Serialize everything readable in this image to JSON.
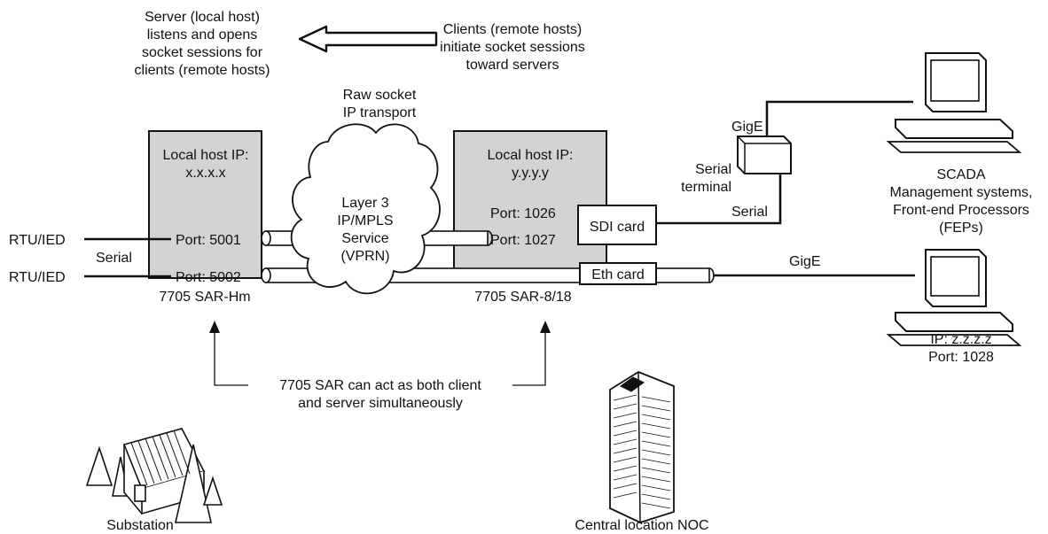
{
  "note_server": [
    "Server (local host)",
    "listens and opens",
    "socket sessions for",
    "clients (remote hosts)"
  ],
  "note_clients": [
    "Clients (remote hosts)",
    "initiate socket sessions",
    "toward servers"
  ],
  "transport_label": [
    "Raw socket",
    "IP transport"
  ],
  "cloud_label": [
    "Layer 3",
    "IP/MPLS",
    "Service",
    "(VPRN)"
  ],
  "left_router": {
    "ip_label": [
      "Local host IP:",
      "x.x.x.x"
    ],
    "port_a": "Port: 5001",
    "port_b": "Port: 5002",
    "name": "7705 SAR-Hm"
  },
  "right_router": {
    "ip_label": [
      "Local host IP:",
      "y.y.y.y"
    ],
    "port_a": "Port: 1026",
    "port_b": "Port: 1027",
    "sdi_card": "SDI card",
    "eth_card": "Eth card",
    "name": "7705 SAR-8/18"
  },
  "rtu_labels": [
    "RTU/IED",
    "RTU/IED"
  ],
  "serial_left": "Serial",
  "serial_terminal": [
    "Serial",
    "terminal"
  ],
  "gige_top": "GigE",
  "serial_right": "Serial",
  "gige_mid": "GigE",
  "scada_label": [
    "SCADA",
    "Management systems,",
    "Front-end Processors",
    "(FEPs)"
  ],
  "fep_address": [
    "IP: z.z.z.z",
    "Port: 1028"
  ],
  "dual_role_note": [
    "7705 SAR can act as both client",
    "and server simultaneously"
  ],
  "substation_label": "Substation",
  "noc_label": "Central location NOC",
  "colors": {
    "box_fill": "#d3d3d3",
    "line": "#111111",
    "background": "#ffffff"
  }
}
